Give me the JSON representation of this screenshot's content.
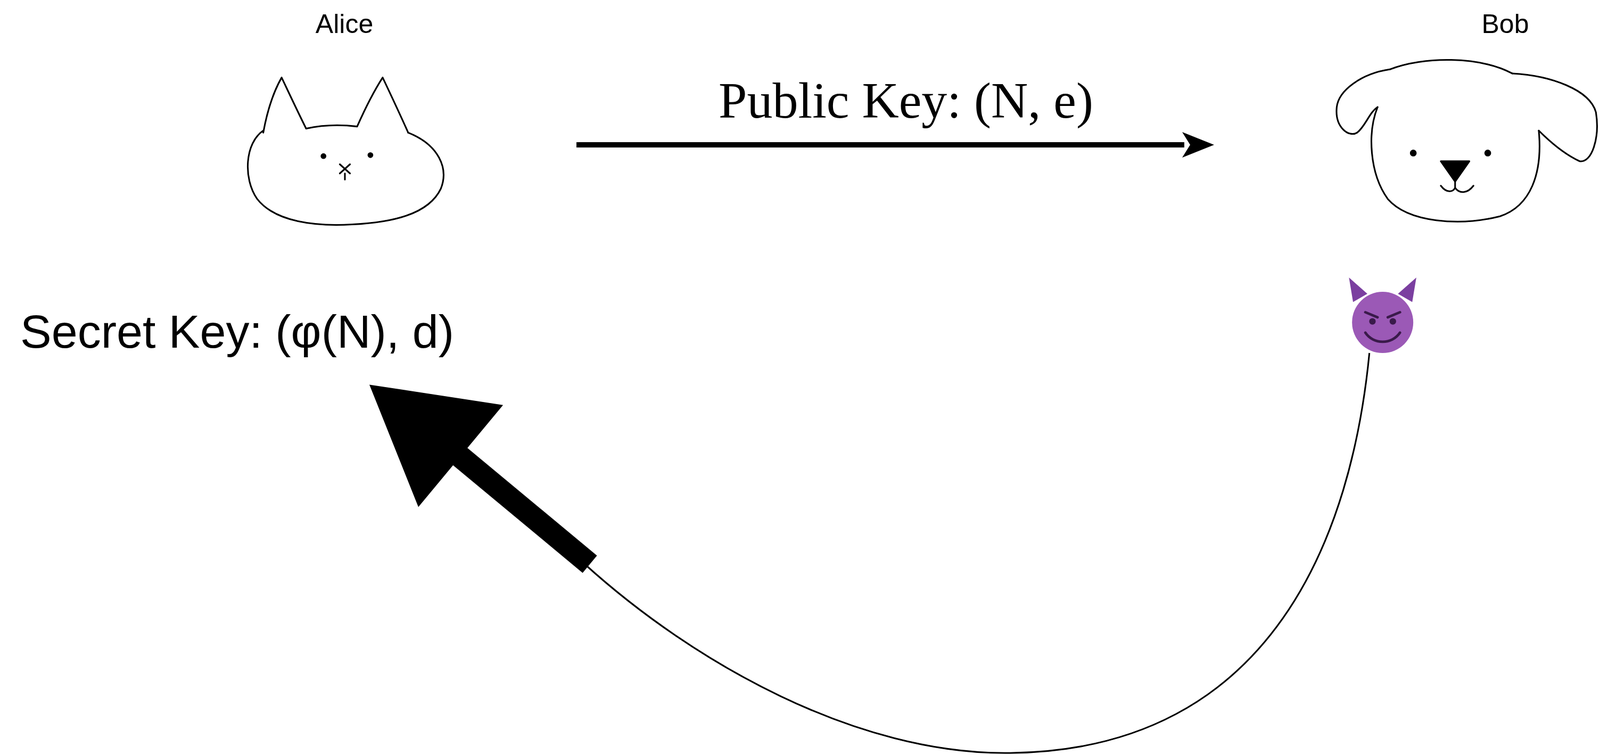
{
  "diagram": {
    "nodes": [
      {
        "text": [
          "Alice"
        ]
      },
      {
        "text": [
          "Bob"
        ]
      }
    ],
    "edges": [
      {
        "from": 0,
        "to": 1,
        "arrow": "to",
        "label": "Public Key: (N, e)"
      }
    ],
    "labels": [
      "Secret Key: (φ(N), d)"
    ]
  }
}
